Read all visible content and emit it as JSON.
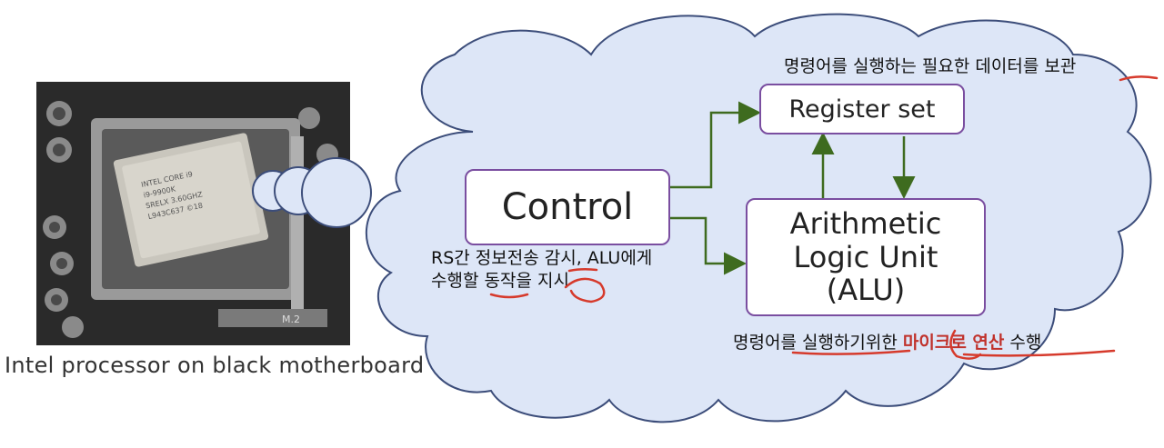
{
  "photo": {
    "caption": "Intel processor on black motherboard",
    "chip_text": [
      "INTEL CORE i9",
      "i9-9900K",
      "SRELX 3.60GHZ",
      "L943C637 ©18"
    ],
    "board_label": "M.2"
  },
  "diagram": {
    "control_label": "Control",
    "register_label": "Register set",
    "alu_lines": [
      "Arithmetic",
      "Logic Unit",
      "(ALU)"
    ],
    "register_note": "명령어를 실행하는 필요한 데이터를 보관",
    "control_note_line1": "RS간 정보전송 감시, ALU에게",
    "control_note_line2": "수행할 동작을 지시",
    "alu_note_before": "명령어를 실행하기위한 ",
    "alu_note_highlight": "마이크로 연산",
    "alu_note_after": " 수행"
  },
  "colors": {
    "cloud_fill": "#dde6f7",
    "cloud_stroke": "#3c4d7a",
    "box_border": "#7a4ea0",
    "arrow": "#3e6b1f",
    "annotation": "#d63a2c"
  }
}
